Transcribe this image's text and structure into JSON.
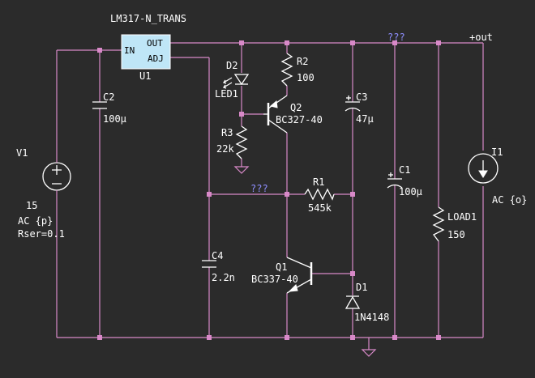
{
  "regulator": {
    "model": "LM317-N_TRANS",
    "ref": "U1",
    "pin_in": "IN",
    "pin_out": "OUT",
    "pin_adj": "ADJ"
  },
  "source_v1": {
    "ref": "V1",
    "value": "15",
    "ac": "AC {p}",
    "rser": "Rser=0.1"
  },
  "source_i1": {
    "ref": "I1",
    "ac": "AC {o}"
  },
  "c2": {
    "ref": "C2",
    "value": "100µ"
  },
  "c4": {
    "ref": "C4",
    "value": "2.2n"
  },
  "c3": {
    "ref": "C3",
    "value": "47µ"
  },
  "c1": {
    "ref": "C1",
    "value": "100µ"
  },
  "d2": {
    "ref": "D2",
    "name": "LED1"
  },
  "d1": {
    "ref": "D1",
    "value": "1N4148"
  },
  "r2": {
    "ref": "R2",
    "value": "100"
  },
  "r3": {
    "ref": "R3",
    "value": "22k"
  },
  "r1": {
    "ref": "R1",
    "value": "545k"
  },
  "q2": {
    "ref": "Q2",
    "value": "BC327-40"
  },
  "q1": {
    "ref": "Q1",
    "value": "BC337-40"
  },
  "load": {
    "ref": "LOAD1",
    "value": "150"
  },
  "nets": {
    "out_label": "+out",
    "unknown_top": "???",
    "unknown_mid": "???"
  }
}
